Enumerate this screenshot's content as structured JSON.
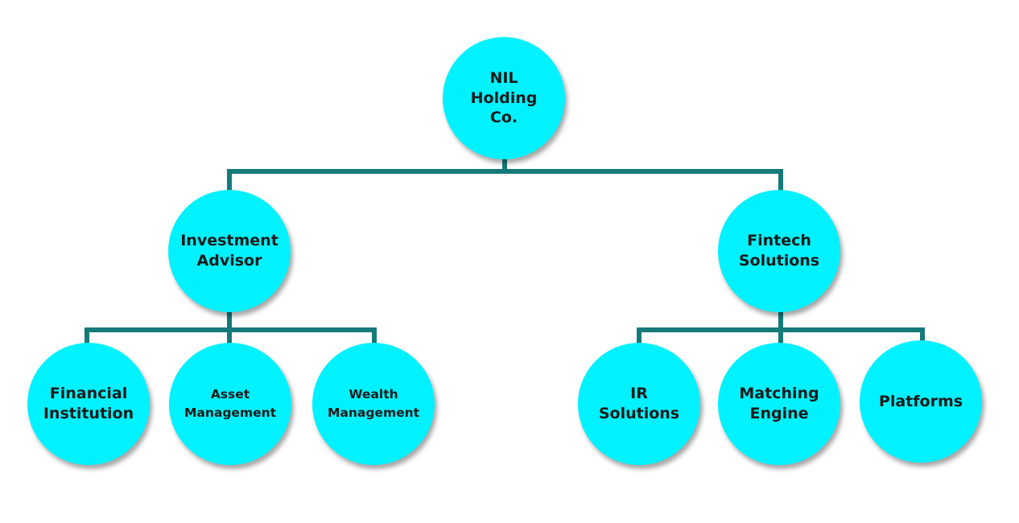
{
  "diagram": {
    "colors": {
      "node_fill": "#00F2FF",
      "connector": "#157A7A",
      "text": "#1a1a1a"
    },
    "root": {
      "label": "NIL\nHolding\nCo."
    },
    "level1": [
      {
        "label": "Investment\nAdvisor"
      },
      {
        "label": "Fintech\nSolutions"
      }
    ],
    "level2": [
      {
        "label": "Financial\nInstitution"
      },
      {
        "label": "Asset\nManagement"
      },
      {
        "label": "Wealth\nManagement"
      },
      {
        "label": "IR\nSolutions"
      },
      {
        "label": "Matching\nEngine"
      },
      {
        "label": "Platforms"
      }
    ]
  }
}
